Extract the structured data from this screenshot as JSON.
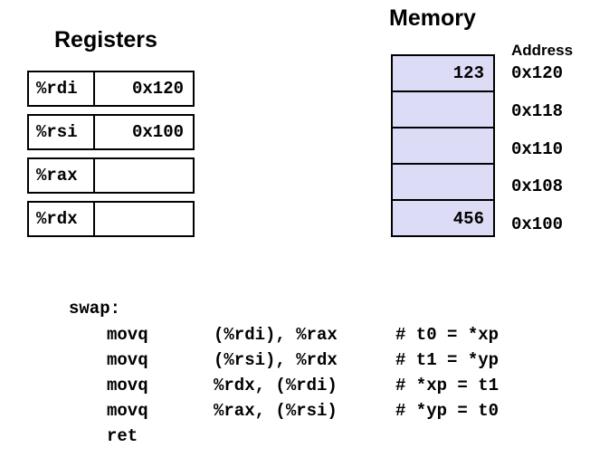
{
  "registers_title": "Registers",
  "memory_title": "Memory",
  "address_header": "Address",
  "registers": [
    {
      "name": "%rdi",
      "value": "0x120"
    },
    {
      "name": "%rsi",
      "value": "0x100"
    },
    {
      "name": "%rax",
      "value": ""
    },
    {
      "name": "%rdx",
      "value": ""
    }
  ],
  "memory": [
    {
      "value": "123",
      "address": "0x120"
    },
    {
      "value": "",
      "address": "0x118"
    },
    {
      "value": "",
      "address": "0x110"
    },
    {
      "value": "",
      "address": "0x108"
    },
    {
      "value": "456",
      "address": "0x100"
    }
  ],
  "code": {
    "label": "swap:",
    "lines": [
      {
        "op": "movq",
        "args": "(%rdi), %rax",
        "comment": "# t0 = *xp"
      },
      {
        "op": "movq",
        "args": "(%rsi), %rdx",
        "comment": "# t1 = *yp"
      },
      {
        "op": "movq",
        "args": "%rdx, (%rdi)",
        "comment": "# *xp = t1"
      },
      {
        "op": "movq",
        "args": "%rax, (%rsi)",
        "comment": "# *yp = t0"
      },
      {
        "op": "ret",
        "args": "",
        "comment": ""
      }
    ]
  },
  "colors": {
    "memory_fill": "#dcdcf7"
  }
}
